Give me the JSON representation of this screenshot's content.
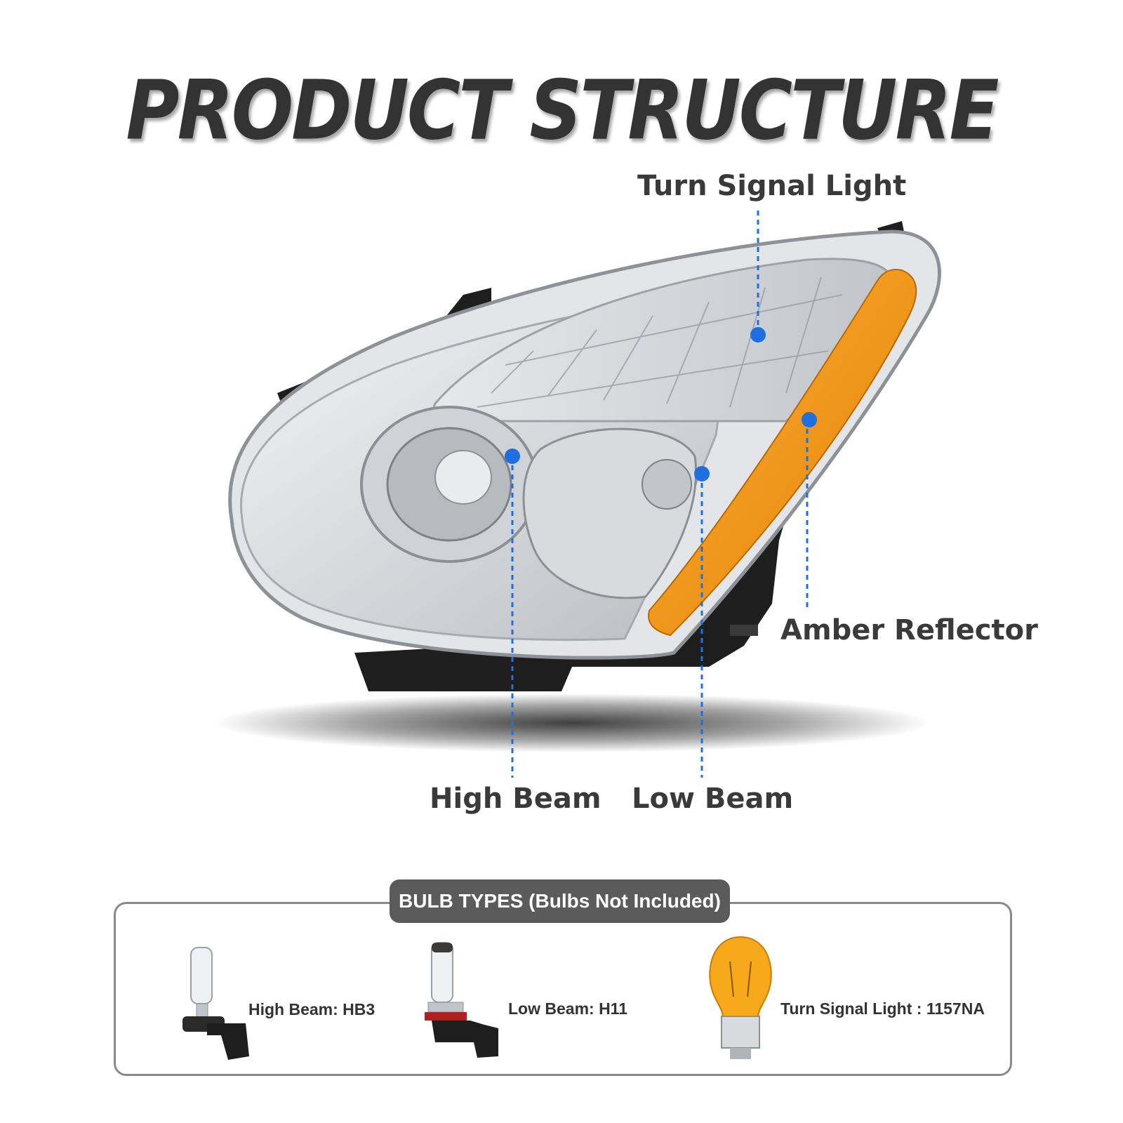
{
  "title": "PRODUCT STRUCTURE",
  "callouts": {
    "turn_signal": "Turn Signal Light",
    "amber_reflector": "Amber Reflector",
    "high_beam": "High Beam",
    "low_beam": "Low Beam"
  },
  "bulb_types": {
    "heading": "BULB TYPES (Bulbs Not Included)",
    "items": [
      {
        "label": "High Beam: HB3"
      },
      {
        "label": "Low Beam: H11"
      },
      {
        "label": "Turn Signal Light : 1157NA"
      }
    ]
  },
  "colors": {
    "callout_blue": "#1f6fe0",
    "amber": "#f59a14",
    "chrome": "#c9ccd0",
    "housing": "#1e1e1e"
  }
}
